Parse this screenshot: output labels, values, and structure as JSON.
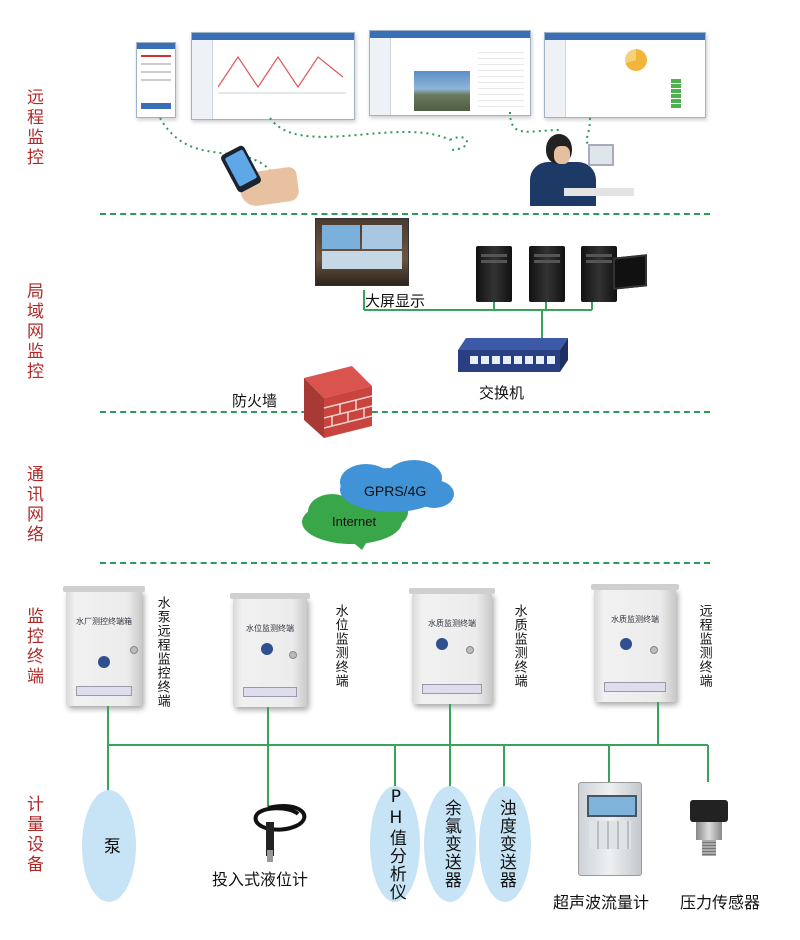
{
  "sections": {
    "remote": "远程监控",
    "lan": "局域网监控",
    "network": "通讯网络",
    "terminal": "监控终端",
    "metering": "计量设备"
  },
  "lan": {
    "big_screen": "大屏显示",
    "switch": "交换机",
    "firewall": "防火墙"
  },
  "network": {
    "cloud_top": "GPRS/4G",
    "cloud_bottom": "Internet"
  },
  "terminals": [
    {
      "side_label": "水泵远程监控终端",
      "cabinet_text": "水厂测控终端箱"
    },
    {
      "side_label": "水位监测终端",
      "cabinet_text": "水位监测终端"
    },
    {
      "side_label": "水质监测终端",
      "cabinet_text": "水质监测终端"
    },
    {
      "side_label": "远程监测终端",
      "cabinet_text": "水质监测终端"
    }
  ],
  "devices": {
    "pump": "泵",
    "level_meter": "投入式液位计",
    "ph": "PH值分析仪",
    "chlorine": "余氯变送器",
    "turbidity": "浊度变送器",
    "ultrasonic": "超声波流量计",
    "pressure": "压力传感器"
  },
  "colors": {
    "section_label": "#b02a2a",
    "divider": "#2e9a5a",
    "bus_line": "#3aa35a",
    "device_ellipse": "#c6e4f5",
    "cloud_blue": "#3f93d6",
    "cloud_green": "#3aa64a"
  }
}
